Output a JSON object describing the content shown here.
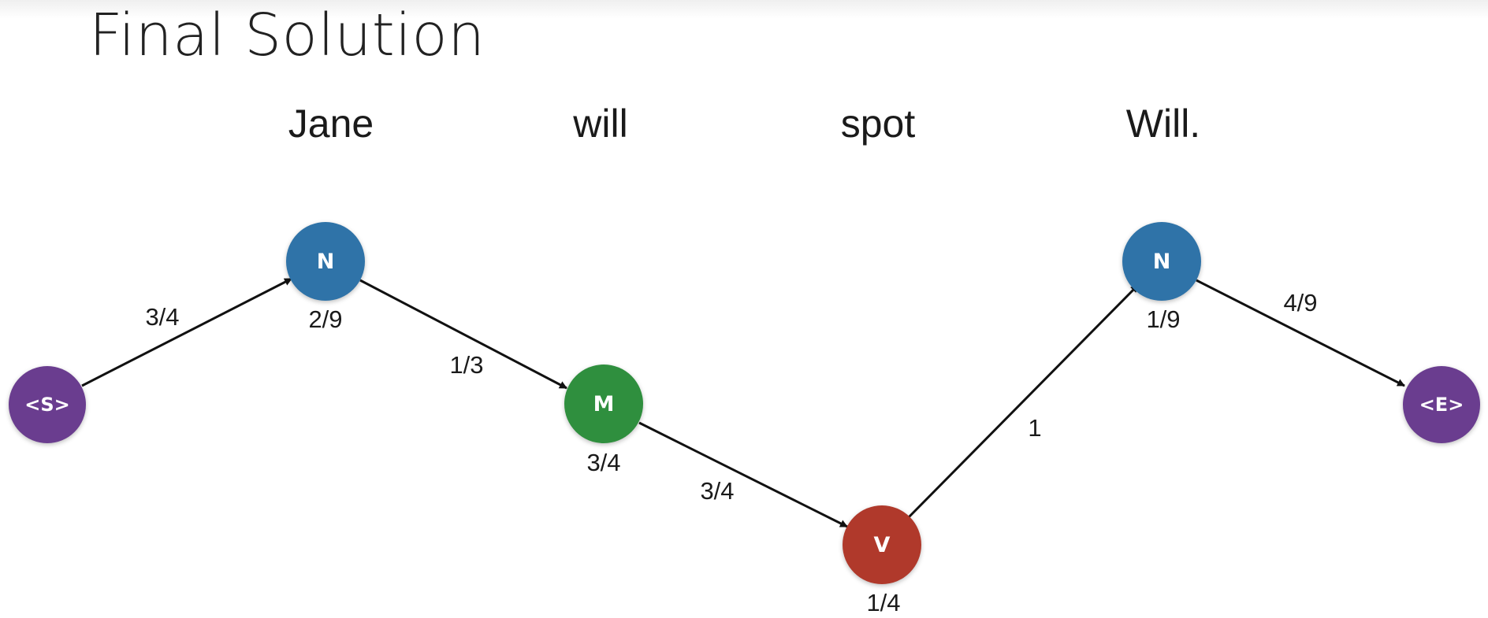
{
  "title": "Final Solution",
  "words": [
    "Jane",
    "will",
    "spot",
    "Will."
  ],
  "nodes": [
    {
      "label": "<S>",
      "color": "#6a3d8f",
      "emission": ""
    },
    {
      "label": "N",
      "color": "#2f73a8",
      "emission": "2/9"
    },
    {
      "label": "M",
      "color": "#2f8f3e",
      "emission": "3/4"
    },
    {
      "label": "V",
      "color": "#b0392b",
      "emission": "1/4"
    },
    {
      "label": "N",
      "color": "#2f73a8",
      "emission": "1/9"
    },
    {
      "label": "<E>",
      "color": "#6a3d8f",
      "emission": ""
    }
  ],
  "transitions": [
    {
      "from": 0,
      "to": 1,
      "label": "3/4"
    },
    {
      "from": 1,
      "to": 2,
      "label": "1/3"
    },
    {
      "from": 2,
      "to": 3,
      "label": "3/4"
    },
    {
      "from": 3,
      "to": 4,
      "label": "1"
    },
    {
      "from": 4,
      "to": 5,
      "label": "4/9"
    }
  ]
}
